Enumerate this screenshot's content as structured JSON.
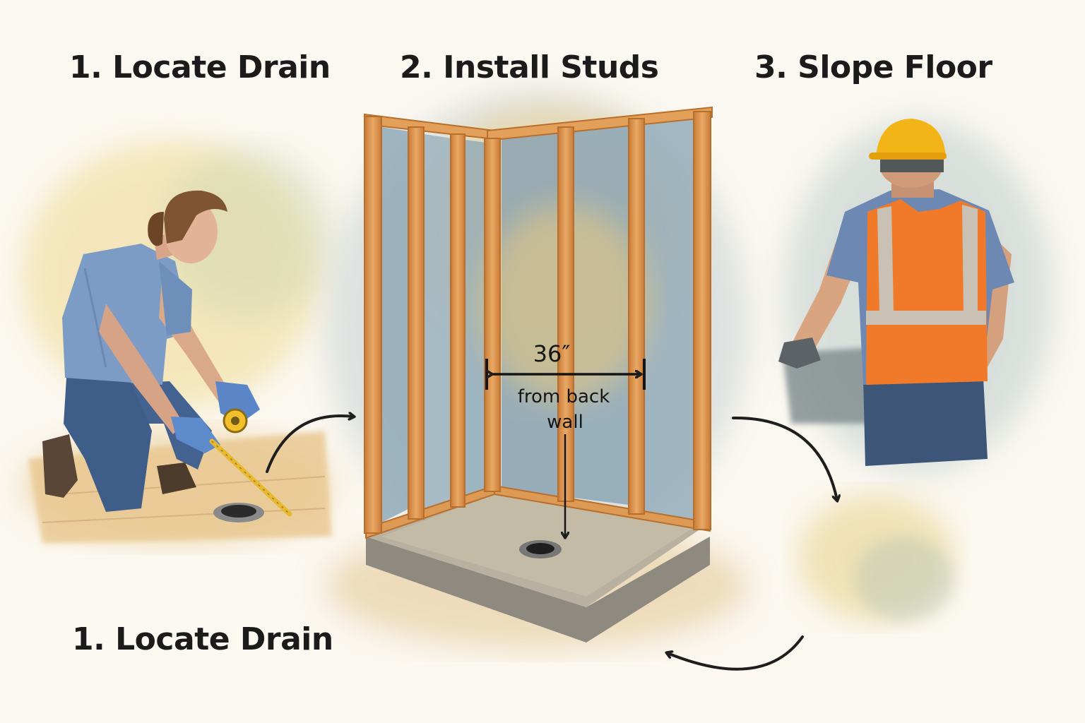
{
  "steps": [
    {
      "label": "1. Locate Drain"
    },
    {
      "label": "2. Install Studs"
    },
    {
      "label": "3. Slope Floor"
    }
  ],
  "bottom_label": "1. Locate Drain",
  "measurement": {
    "value": "36″",
    "note_line1": "from back",
    "note_line2": "wall"
  },
  "colors": {
    "stud": "#e3a05a",
    "stud_edge": "#b86f2c",
    "insulation": "#8fa9b8",
    "vest": "#f07a2a",
    "hard_hat": "#f2b417",
    "shirt": "#7c9cc6",
    "concrete": "#9a9587",
    "arrow": "#1e1e1e"
  }
}
